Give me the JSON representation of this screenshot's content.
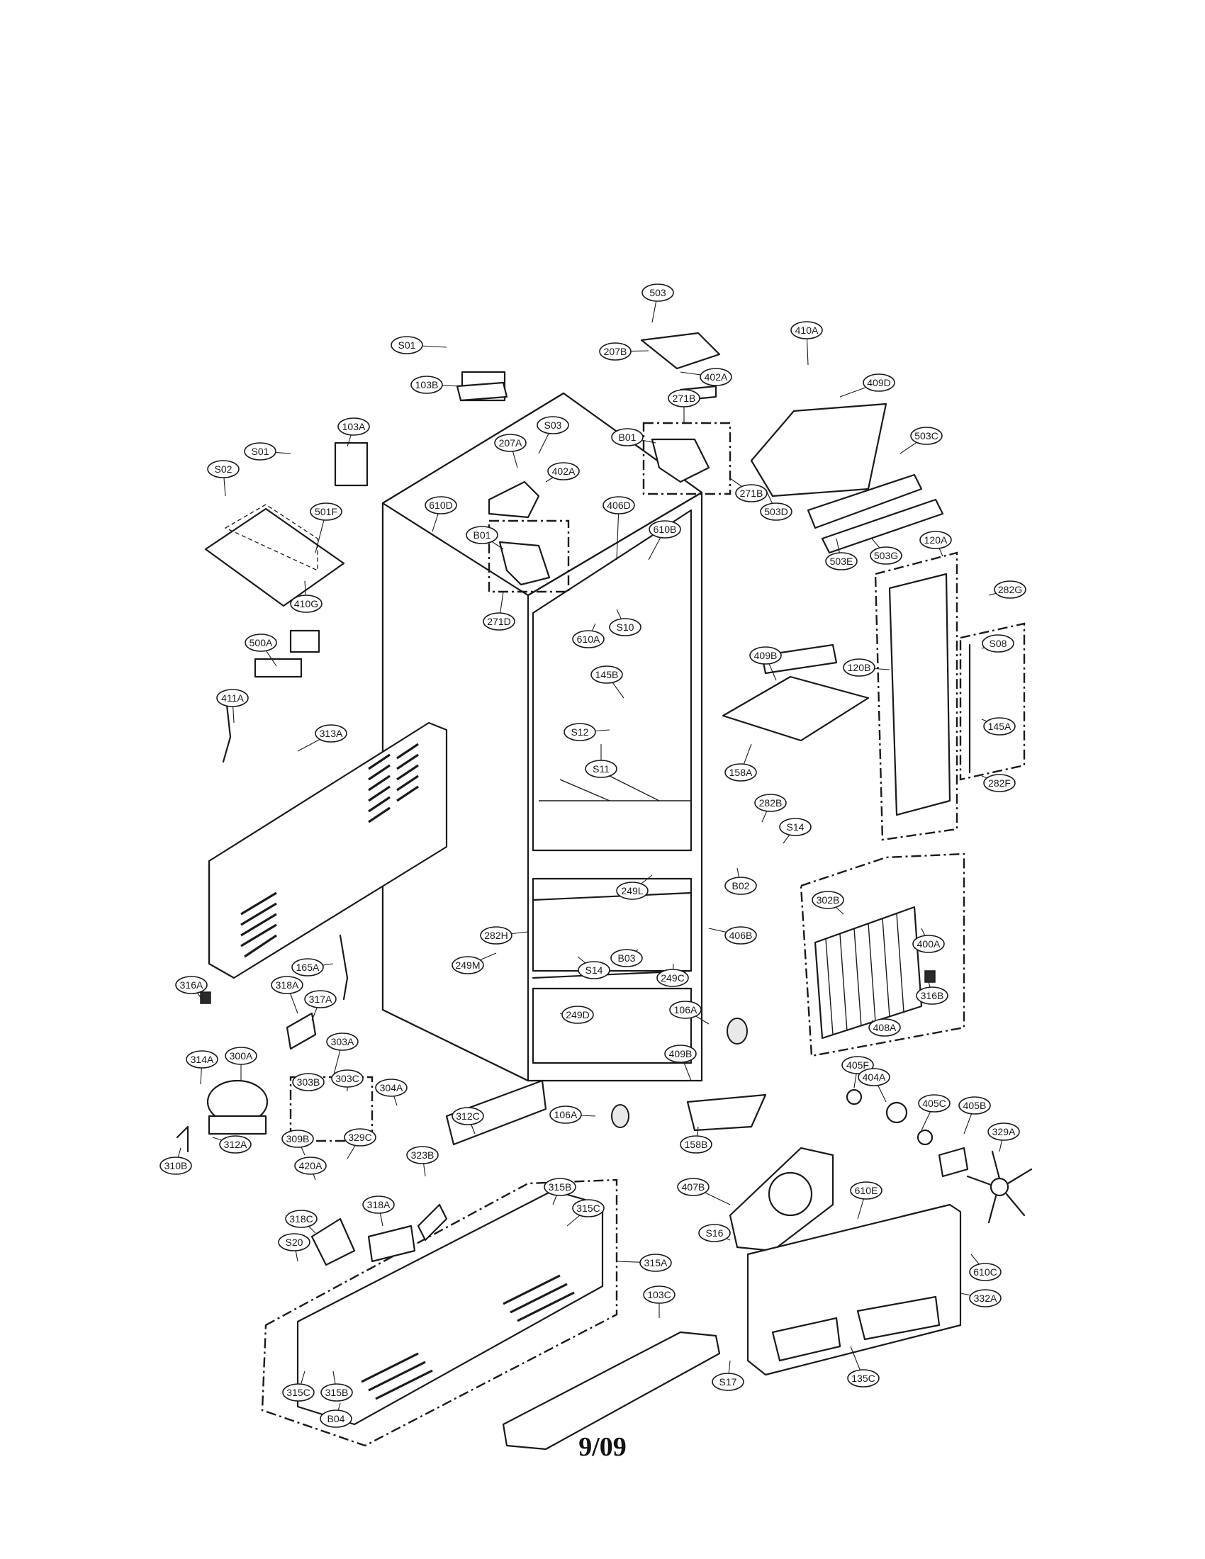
{
  "page_number": "9/09",
  "parts": [
    {
      "id": "503",
      "label": "503"
    },
    {
      "id": "410A",
      "label": "410A"
    },
    {
      "id": "207B",
      "label": "207B"
    },
    {
      "id": "S01-top",
      "label": "S01"
    },
    {
      "id": "402A-top",
      "label": "402A"
    },
    {
      "id": "409D",
      "label": "409D"
    },
    {
      "id": "103B",
      "label": "103B"
    },
    {
      "id": "271B-top",
      "label": "271B"
    },
    {
      "id": "103A",
      "label": "103A"
    },
    {
      "id": "S03",
      "label": "S03"
    },
    {
      "id": "B01-right",
      "label": "B01"
    },
    {
      "id": "503C",
      "label": "503C"
    },
    {
      "id": "S01-left",
      "label": "S01"
    },
    {
      "id": "207A",
      "label": "207A"
    },
    {
      "id": "402A",
      "label": "402A"
    },
    {
      "id": "271B-bottom",
      "label": "271B"
    },
    {
      "id": "S02",
      "label": "S02"
    },
    {
      "id": "610D",
      "label": "610D"
    },
    {
      "id": "406D",
      "label": "406D"
    },
    {
      "id": "503D",
      "label": "503D"
    },
    {
      "id": "501F",
      "label": "501F"
    },
    {
      "id": "B01-left",
      "label": "B01"
    },
    {
      "id": "610B",
      "label": "610B"
    },
    {
      "id": "503E",
      "label": "503E"
    },
    {
      "id": "503G",
      "label": "503G"
    },
    {
      "id": "120A",
      "label": "120A"
    },
    {
      "id": "410G",
      "label": "410G"
    },
    {
      "id": "271D",
      "label": "271D"
    },
    {
      "id": "S10",
      "label": "S10"
    },
    {
      "id": "282G",
      "label": "282G"
    },
    {
      "id": "610A",
      "label": "610A"
    },
    {
      "id": "500A",
      "label": "500A"
    },
    {
      "id": "409B",
      "label": "409B"
    },
    {
      "id": "S08",
      "label": "S08"
    },
    {
      "id": "145B",
      "label": "145B"
    },
    {
      "id": "120B",
      "label": "120B"
    },
    {
      "id": "411A",
      "label": "411A"
    },
    {
      "id": "313A",
      "label": "313A"
    },
    {
      "id": "S12",
      "label": "S12"
    },
    {
      "id": "145A",
      "label": "145A"
    },
    {
      "id": "158A",
      "label": "158A"
    },
    {
      "id": "S11",
      "label": "S11"
    },
    {
      "id": "282F",
      "label": "282F"
    },
    {
      "id": "282B",
      "label": "282B"
    },
    {
      "id": "S14-right",
      "label": "S14"
    },
    {
      "id": "B02",
      "label": "B02"
    },
    {
      "id": "249L",
      "label": "249L"
    },
    {
      "id": "302B",
      "label": "302B"
    },
    {
      "id": "282H",
      "label": "282H"
    },
    {
      "id": "406B",
      "label": "406B"
    },
    {
      "id": "400A",
      "label": "400A"
    },
    {
      "id": "249M",
      "label": "249M"
    },
    {
      "id": "B03",
      "label": "B03"
    },
    {
      "id": "S14",
      "label": "S14"
    },
    {
      "id": "165A",
      "label": "165A"
    },
    {
      "id": "249C",
      "label": "249C"
    },
    {
      "id": "316A",
      "label": "316A"
    },
    {
      "id": "318A",
      "label": "318A"
    },
    {
      "id": "317A",
      "label": "317A"
    },
    {
      "id": "316B",
      "label": "316B"
    },
    {
      "id": "249D",
      "label": "249D"
    },
    {
      "id": "106A-right",
      "label": "106A"
    },
    {
      "id": "408A",
      "label": "408A"
    },
    {
      "id": "303A",
      "label": "303A"
    },
    {
      "id": "300A",
      "label": "300A"
    },
    {
      "id": "314A",
      "label": "314A"
    },
    {
      "id": "409B-lower",
      "label": "409B"
    },
    {
      "id": "405F",
      "label": "405F"
    },
    {
      "id": "304A",
      "label": "304A"
    },
    {
      "id": "404A",
      "label": "404A"
    },
    {
      "id": "303B",
      "label": "303B"
    },
    {
      "id": "303C",
      "label": "303C"
    },
    {
      "id": "312C",
      "label": "312C"
    },
    {
      "id": "405C",
      "label": "405C"
    },
    {
      "id": "405B",
      "label": "405B"
    },
    {
      "id": "106A-left",
      "label": "106A"
    },
    {
      "id": "312A",
      "label": "312A"
    },
    {
      "id": "158B",
      "label": "158B"
    },
    {
      "id": "309B",
      "label": "309B"
    },
    {
      "id": "329C",
      "label": "329C"
    },
    {
      "id": "329A",
      "label": "329A"
    },
    {
      "id": "310B",
      "label": "310B"
    },
    {
      "id": "420A",
      "label": "420A"
    },
    {
      "id": "323B",
      "label": "323B"
    },
    {
      "id": "315B-top",
      "label": "315B"
    },
    {
      "id": "407B",
      "label": "407B"
    },
    {
      "id": "315C-top",
      "label": "315C"
    },
    {
      "id": "610E",
      "label": "610E"
    },
    {
      "id": "318A-lower",
      "label": "318A"
    },
    {
      "id": "318C",
      "label": "318C"
    },
    {
      "id": "S16",
      "label": "S16"
    },
    {
      "id": "S20",
      "label": "S20"
    },
    {
      "id": "315A",
      "label": "315A"
    },
    {
      "id": "610C",
      "label": "610C"
    },
    {
      "id": "103C",
      "label": "103C"
    },
    {
      "id": "332A",
      "label": "332A"
    },
    {
      "id": "315C-bottom",
      "label": "315C"
    },
    {
      "id": "315B-bottom",
      "label": "315B"
    },
    {
      "id": "S17",
      "label": "S17"
    },
    {
      "id": "135C",
      "label": "135C"
    },
    {
      "id": "B04",
      "label": "B04"
    }
  ]
}
